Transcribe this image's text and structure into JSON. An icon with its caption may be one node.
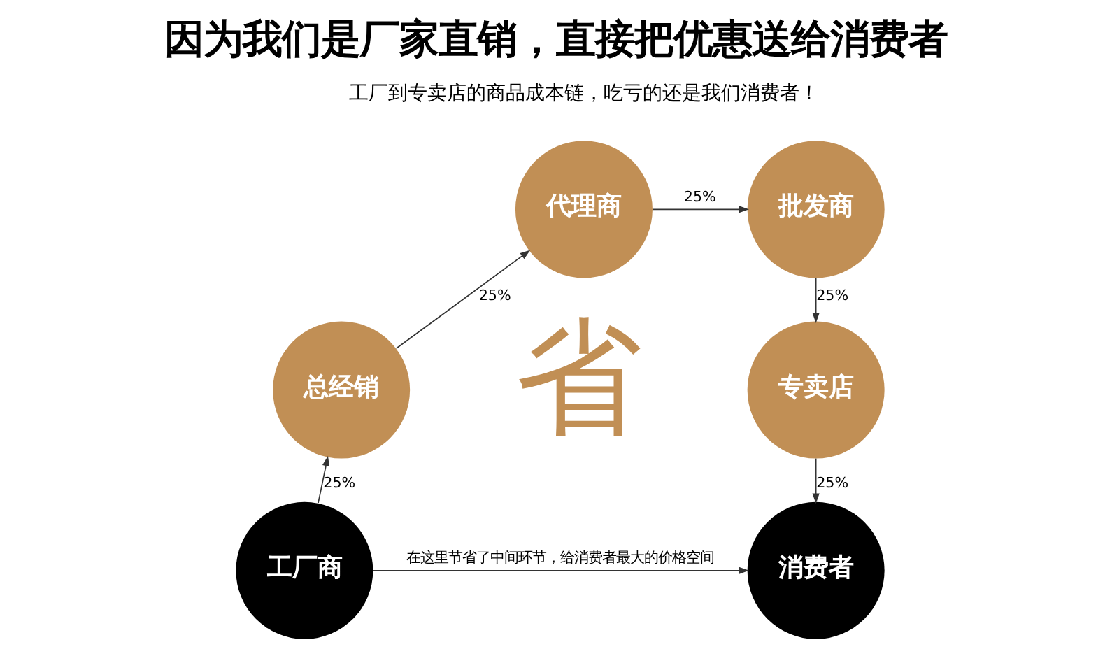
{
  "diagram": {
    "title": "因为我们是厂家直销，直接把优惠送给消费者",
    "nodes": [
      {
        "text": [
          "工厂商"
        ]
      },
      {
        "text": [
          "总经销"
        ]
      },
      {
        "text": [
          "代理商"
        ]
      },
      {
        "text": [
          "批发商"
        ]
      },
      {
        "text": [
          "专卖店"
        ]
      },
      {
        "text": [
          "消费者"
        ]
      }
    ],
    "edges": [
      {
        "from": 0,
        "to": 1,
        "arrow": "to",
        "label": "25%"
      },
      {
        "from": 1,
        "to": 2,
        "arrow": "to",
        "label": "25%"
      },
      {
        "from": 2,
        "to": 3,
        "arrow": "to",
        "label": "25%"
      },
      {
        "from": 3,
        "to": 4,
        "arrow": "to",
        "label": "25%"
      },
      {
        "from": 4,
        "to": 5,
        "arrow": "to",
        "label": "25%"
      },
      {
        "from": 0,
        "to": 5,
        "arrow": "to",
        "label": "在这里节省了中间环节，给消费者最大的价格空间"
      }
    ],
    "labels": [
      "工厂到专卖店的商品成本链，吃亏的还是我们消费者！",
      "省"
    ]
  }
}
